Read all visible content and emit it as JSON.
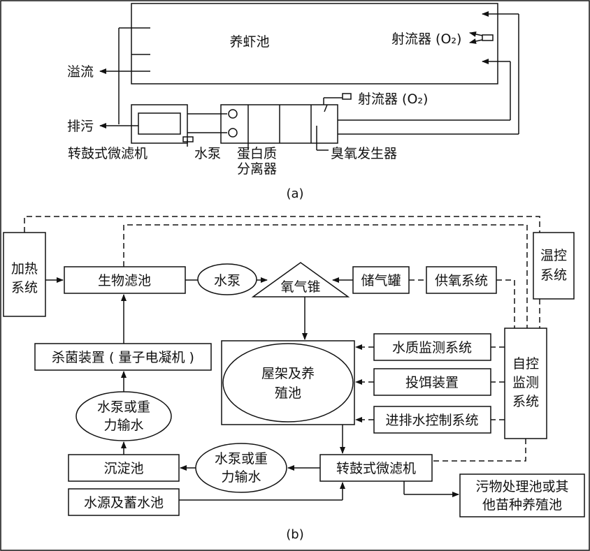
{
  "panel_a": {
    "tank": "养虾池",
    "jet_top": "射流器 (O₂)",
    "jet_bottom": "射流器 (O₂)",
    "overflow": "溢流",
    "drain": "排污",
    "drum_filter": "转鼓式微滤机",
    "pump": "水泵",
    "skimmer_line1": "蛋白质",
    "skimmer_line2": "分离器",
    "ozone": "臭氧发生器",
    "caption": "(a)"
  },
  "panel_b": {
    "heating_line1": "加热",
    "heating_line2": "系统",
    "biofilter": "生物滤池",
    "pump": "水泵",
    "oxygen_cone": "氧气锥",
    "gas_tank": "储气罐",
    "oxygen_supply": "供氧系统",
    "temp_line1": "温控",
    "temp_line2": "系统",
    "sterilizer": "杀菌装置 ( 量子电凝机 )",
    "water_quality": "水质监测系统",
    "feeder": "投饵装置",
    "inout_control": "进排水控制系统",
    "auto_line1": "自控",
    "auto_line2": "监测",
    "auto_line3": "系统",
    "house_line1": "屋架及养",
    "house_line2": "殖池",
    "pump_grav_left_line1": "水泵或重",
    "pump_grav_left_line2": "力输水",
    "settling": "沉淀池",
    "pump_grav_mid_line1": "水泵或重",
    "pump_grav_mid_line2": "力输水",
    "drum_filter": "转鼓式微滤机",
    "water_source": "水源及蓄水池",
    "waste_line1": "污物处理池或其",
    "waste_line2": "他苗种养殖池",
    "caption": "(b)"
  }
}
